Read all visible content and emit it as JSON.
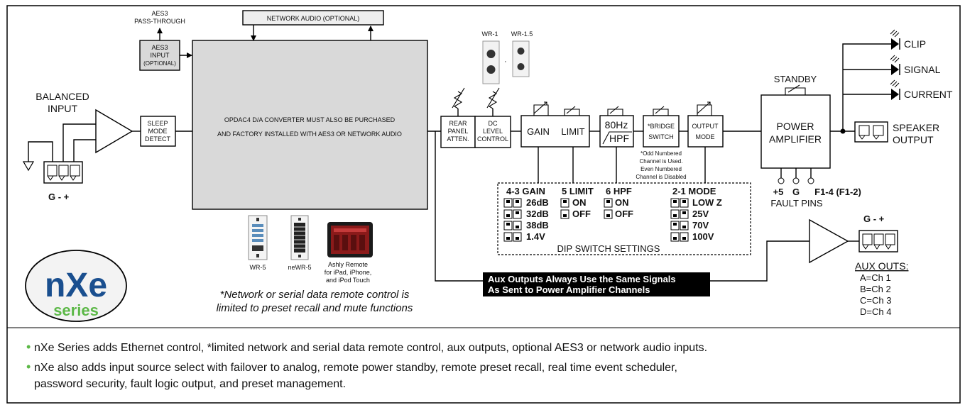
{
  "inputs": {
    "aes3_passthrough": [
      "AES3",
      "PASS-THROUGH"
    ],
    "aes3_input": [
      "AES3",
      "INPUT",
      "(OPTIONAL)"
    ],
    "network_audio": "NETWORK AUDIO (OPTIONAL)",
    "balanced_input": [
      "BALANCED",
      "INPUT"
    ],
    "connector_pins": "G  -  +"
  },
  "blocks": {
    "sleep_mode": [
      "SLEEP",
      "MODE",
      "DETECT"
    ],
    "converter_note": [
      "OPDAC4 D/A CONVERTER MUST ALSO BE PURCHASED",
      "AND FACTORY INSTALLED WITH AES3 OR NETWORK AUDIO"
    ],
    "rear_panel": [
      "REAR",
      "PANEL",
      "ATTEN."
    ],
    "dc_level": [
      "DC",
      "LEVEL",
      "CONTROL"
    ],
    "gain": "GAIN",
    "limit": "LIMIT",
    "hpf": [
      "80Hz",
      "HPF"
    ],
    "bridge": [
      "*BRIDGE",
      "SWITCH"
    ],
    "output_mode": [
      "OUTPUT",
      "MODE"
    ],
    "power_amp": [
      "POWER",
      "AMPLIFIER"
    ],
    "standby": "STANDBY",
    "bridge_note": [
      "*Odd Numbered",
      "Channel is Used.",
      "Even Numbered",
      "Channel is Disabled"
    ]
  },
  "wall_remotes": {
    "wr1": "WR-1",
    "wr15": "WR-1.5",
    "wr5": "WR-5",
    "newr5": "neWR-5",
    "ashly_remote": [
      "Ashly Remote",
      "for iPad, iPhone,",
      "and iPod Touch"
    ],
    "remote_note": [
      "*Network or serial data remote control is",
      "limited to preset recall and mute functions"
    ]
  },
  "dip": {
    "gain_header": "4-3 GAIN",
    "gain_values": [
      "26dB",
      "32dB",
      "38dB",
      "1.4V"
    ],
    "limit_header": "5 LIMIT",
    "limit_values": [
      "ON",
      "OFF"
    ],
    "hpf_header": "6 HPF",
    "hpf_values": [
      "ON",
      "OFF"
    ],
    "mode_header": "2-1 MODE",
    "mode_values": [
      "LOW Z",
      "25V",
      "70V",
      "100V"
    ],
    "title": "DIP SWITCH SETTINGS"
  },
  "outputs": {
    "clip": "CLIP",
    "signal": "SIGNAL",
    "current": "CURRENT",
    "speaker": [
      "SPEAKER",
      "OUTPUT"
    ],
    "fault_pins": [
      "+5",
      "G",
      "F1-4 (F1-2)"
    ],
    "fault_label": "FAULT PINS",
    "aux_banner": [
      "Aux Outputs Always Use the Same Signals",
      "As Sent to Power Amplifier Channels"
    ],
    "aux_pins": "G  -  +",
    "aux_title": "AUX OUTS:",
    "aux_map": [
      "A=Ch 1",
      "B=Ch 2",
      "C=Ch 3",
      "D=Ch 4"
    ]
  },
  "logo": {
    "text": "nXe",
    "series": "series"
  },
  "bullets": [
    "nXe Series adds Ethernet control, *limited network and serial data remote control, aux outputs, optional AES3 or network audio inputs.",
    "nXe also adds input source select with failover to analog, remote power standby, remote preset recall, real time event scheduler,",
    "password security, fault logic output, and preset management."
  ],
  "colors": {
    "converter_fill": "#d9d9d9",
    "banner_fill": "#000000",
    "logo_blue": "#1a4f8f",
    "logo_green": "#5cb847",
    "bullet_green": "#5cb847"
  }
}
